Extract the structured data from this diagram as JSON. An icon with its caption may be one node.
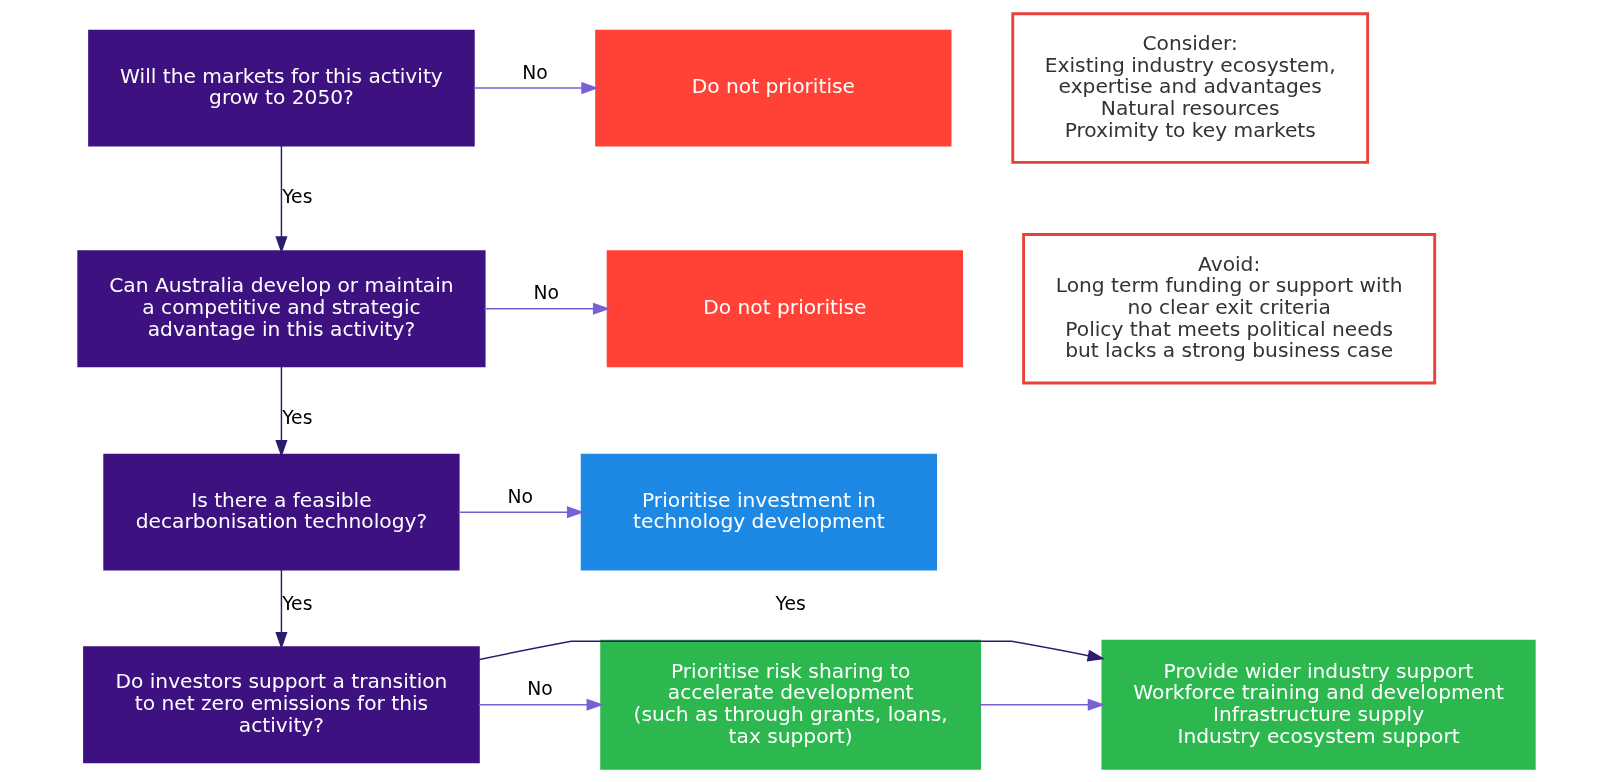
{
  "diagram": {
    "nodes": [
      {
        "text": [
          "Will the markets for this activity grow to 2050?"
        ]
      },
      {
        "text": [
          "Do not prioritise"
        ]
      },
      {
        "text": [
          "Consider:",
          "Existing industry ecosystem, expertise and advantages",
          "Natural resources",
          "Proximity to key markets"
        ]
      },
      {
        "text": [
          "Can Australia develop or maintain a competitive and strategic advantage in this activity?"
        ]
      },
      {
        "text": [
          "Do not prioritise"
        ]
      },
      {
        "text": [
          "Avoid:",
          "Long term funding or support with no clear exit criteria",
          "Policy that meets political needs but lacks a strong business case"
        ]
      },
      {
        "text": [
          "Is there a feasible decarbonisation technology?"
        ]
      },
      {
        "text": [
          "Prioritise investment in technology development"
        ]
      },
      {
        "text": [
          "Do investors support a transition to net zero emissions for this activity?"
        ]
      },
      {
        "text": [
          "Prioritise risk sharing to accelerate development",
          "(such as through grants, loans, tax support)"
        ]
      },
      {
        "text": [
          "Provide wider industry support",
          "Workforce training and development",
          "Infrastructure supply",
          "Industry ecosystem support"
        ]
      }
    ],
    "edges": [
      {
        "from": 0,
        "to": 1,
        "arrow": "to",
        "label": "No"
      },
      {
        "from": 0,
        "to": 3,
        "arrow": "to",
        "label": "Yes",
        "color": "#2d1b6e"
      },
      {
        "from": 3,
        "to": 4,
        "arrow": "to",
        "label": "No"
      },
      {
        "from": 3,
        "to": 6,
        "arrow": "to",
        "label": "Yes",
        "color": "#2d1b6e"
      },
      {
        "from": 6,
        "to": 7,
        "arrow": "to",
        "label": "No"
      },
      {
        "from": 6,
        "to": 8,
        "arrow": "to",
        "label": "Yes",
        "color": "#2d1b6e"
      },
      {
        "from": 8,
        "to": 9,
        "arrow": "to",
        "label": "No"
      },
      {
        "from": 9,
        "to": 10,
        "arrow": "to"
      },
      {
        "from": 8,
        "to": 10,
        "arrow": "to",
        "label": "Yes",
        "color": "#2d1b6e"
      }
    ]
  }
}
